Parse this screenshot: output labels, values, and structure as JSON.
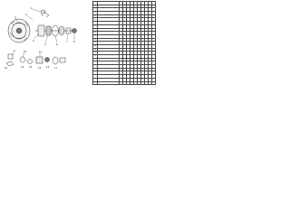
{
  "callouts": [
    "1",
    "2",
    "3",
    "4",
    "5",
    "6",
    "7",
    "8",
    "9",
    "10",
    "11",
    "12",
    "13",
    "14",
    "15",
    "16",
    "17"
  ],
  "parts_table": {
    "rows": [
      {
        "num": "1",
        "desc": ""
      },
      {
        "num": "2",
        "desc": ""
      },
      {
        "num": "3",
        "desc": ""
      },
      {
        "num": "4",
        "desc": ""
      },
      {
        "num": "5",
        "desc": ""
      },
      {
        "num": "6",
        "desc": ""
      },
      {
        "num": "7",
        "desc": ""
      },
      {
        "num": "8",
        "desc": ""
      },
      {
        "num": "9",
        "desc": ""
      },
      {
        "num": "10",
        "desc": ""
      },
      {
        "num": "11",
        "desc": ""
      },
      {
        "num": "12",
        "desc": ""
      },
      {
        "num": "13",
        "desc": ""
      },
      {
        "num": "14",
        "desc": ""
      },
      {
        "num": "15",
        "desc": ""
      },
      {
        "num": "16",
        "desc": ""
      },
      {
        "num": "17",
        "desc": ""
      },
      {
        "num": "",
        "desc": ""
      },
      {
        "num": "",
        "desc": ""
      },
      {
        "num": "",
        "desc": ""
      },
      {
        "num": "",
        "desc": ""
      },
      {
        "num": "",
        "desc": ""
      },
      {
        "num": "",
        "desc": ""
      },
      {
        "num": "",
        "desc": ""
      },
      {
        "num": "",
        "desc": ""
      }
    ],
    "mark_columns": 10
  },
  "diagram_code": "",
  "colors": {
    "line": "#333333",
    "shading": "#777777",
    "background": "#ffffff"
  }
}
